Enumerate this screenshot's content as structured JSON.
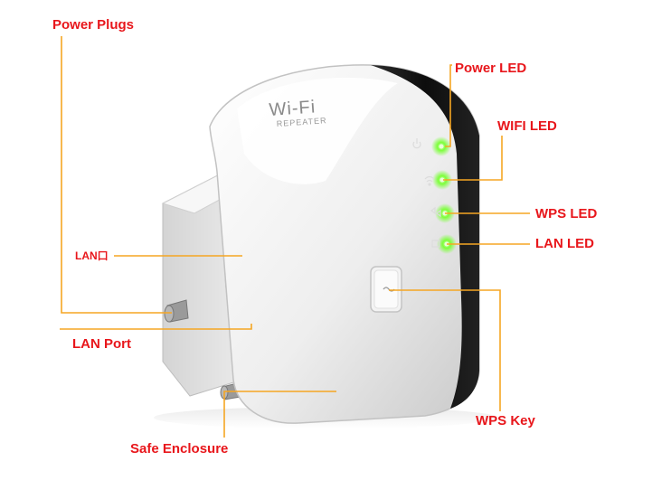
{
  "device": {
    "brand_logo": "Wi-Fi",
    "brand_subtitle": "REPEATER"
  },
  "labels": {
    "power_plugs": "Power Plugs",
    "power_led": "Power LED",
    "wifi_led": "WIFI LED",
    "wps_led": "WPS LED",
    "lan_led": "LAN LED",
    "lan_jack": "LAN口",
    "lan_port": "LAN Port",
    "wps_key": "WPS Key",
    "safe_enclosure": "Safe Enclosure"
  },
  "colors": {
    "label_text": "#e8161b",
    "leader_line": "#f5a623",
    "device_shell": "#f4f4f4",
    "front_panel": "#141414",
    "led_glow": "#7cff3a"
  }
}
